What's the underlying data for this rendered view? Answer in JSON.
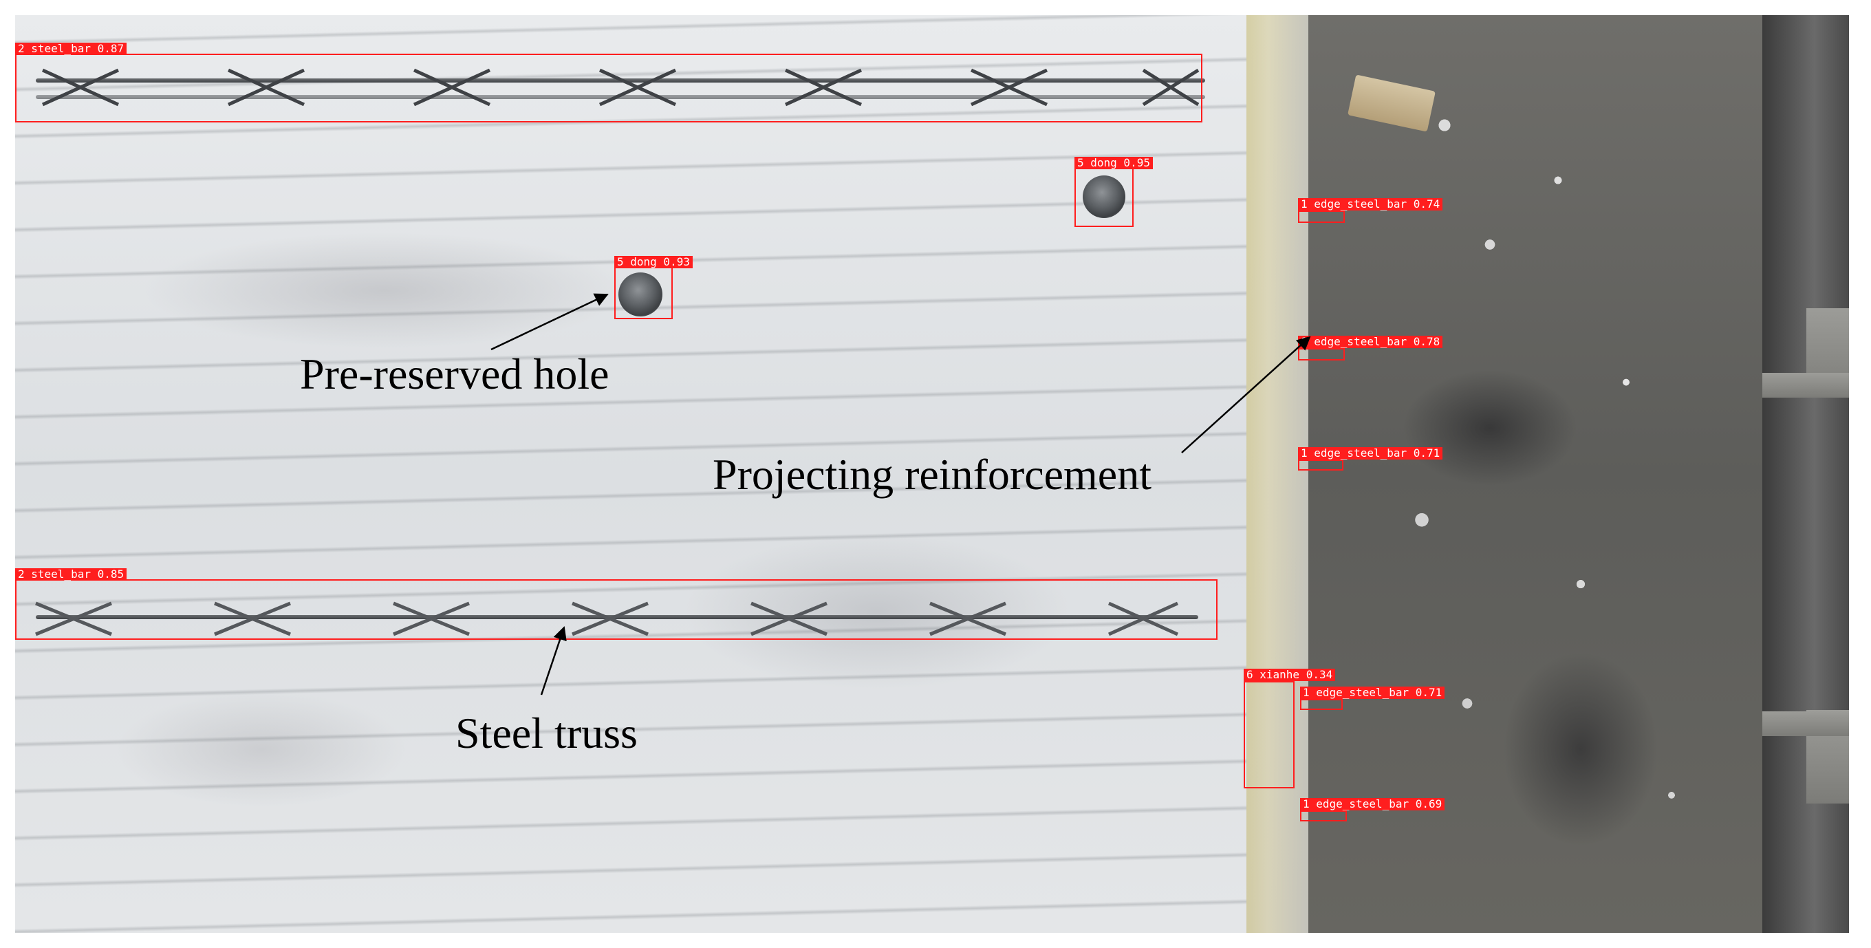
{
  "detections": [
    {
      "label": "2 steel_bar 0.87"
    },
    {
      "label": "5 dong 0.95"
    },
    {
      "label": "5 dong 0.93"
    },
    {
      "label": "1 edge_steel_bar 0.74"
    },
    {
      "label": "1 edge_steel_bar 0.78"
    },
    {
      "label": "1 edge_steel_bar 0.71"
    },
    {
      "label": "2 steel_bar 0.85"
    },
    {
      "label": "6 xianhe 0.34"
    },
    {
      "label": "1 edge_steel_bar 0.71"
    },
    {
      "label": "1 edge_steel_bar 0.69"
    }
  ],
  "annotations": {
    "hole": "Pre-reserved hole",
    "reinforcement": "Projecting reinforcement",
    "truss": "Steel truss"
  },
  "colors": {
    "box": "#ff1e1e",
    "label_text": "#ffffff",
    "annotation_text": "#000000"
  }
}
